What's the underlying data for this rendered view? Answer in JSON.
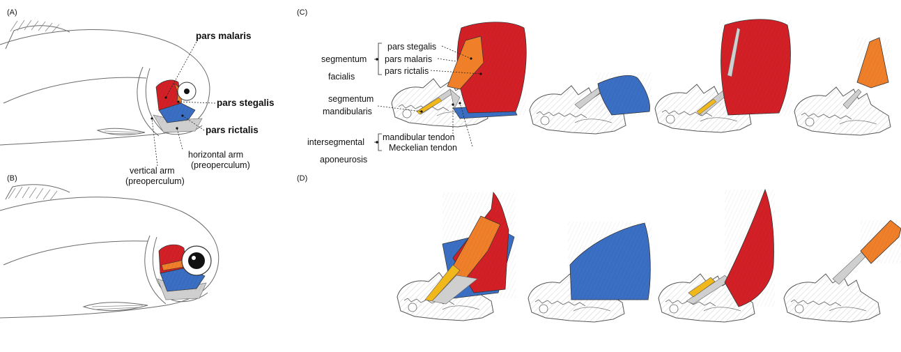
{
  "colors": {
    "pars_malaris_red": "#d32027",
    "pars_stegalis_orange": "#f07f2a",
    "pars_rictalis_blue": "#3a6fc4",
    "segmentum_mandibularis_yellow": "#f0b81a",
    "tendon_grey": "#cfcfcf"
  },
  "panels": {
    "a": {
      "label": "(A)",
      "labels": {
        "pars_malaris": "pars malaris",
        "pars_stegalis": "pars stegalis",
        "pars_rictalis": "pars rictalis",
        "horizontal_arm_1": "horizontal arm",
        "horizontal_arm_2": "(preoperculum)",
        "vertical_arm_1": "vertical arm",
        "vertical_arm_2": "(preoperculum)"
      }
    },
    "b": {
      "label": "(B)"
    },
    "c": {
      "label": "(C)",
      "labels": {
        "pars_stegalis": "pars stegalis",
        "pars_malaris": "pars malaris",
        "pars_rictalis": "pars rictalis",
        "segmentum_facialis_1": "segmentum",
        "segmentum_facialis_2": "facialis",
        "segmentum_mandibularis_1": "segmentum",
        "segmentum_mandibularis_2": "mandibularis",
        "intersegmental_1": "intersegmental",
        "intersegmental_2": "aponeurosis",
        "mandibular_tendon": "mandibular tendon",
        "meckelian_tendon": "Meckelian tendon"
      }
    },
    "d": {
      "label": "(D)"
    }
  }
}
